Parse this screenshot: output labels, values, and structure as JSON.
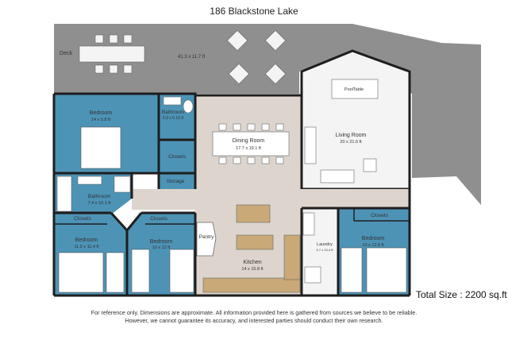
{
  "title": "186 Blackstone Lake",
  "total_size": "Total Size : 2200 sq.ft",
  "disclaimer": [
    "For reference only. Dimensions are approximate. All information provided here is gathered from sources we believe to be reliable.",
    "However, we cannot guarantee its accuracy, and interested parties should conduct their own research."
  ],
  "rooms": {
    "deck": {
      "name": "Deck",
      "dims": "41.3 x 11.7 ft"
    },
    "bedroom_main": {
      "name": "Bedroom",
      "dims": "14 x 5.8 ft"
    },
    "bathroom_small": {
      "name": "Bathroom",
      "dims": "5.9 x 6.10 ft"
    },
    "closets_mid": {
      "name": "Closets"
    },
    "storage": {
      "name": "Storage"
    },
    "dining_room": {
      "name": "Dining Room",
      "dims": "17.7 x 19.1 ft"
    },
    "living_room": {
      "name": "Living Room",
      "dims": "20 x 21.6 ft"
    },
    "pool_table": {
      "name": "PoolTable"
    },
    "bathroom_large": {
      "name": "Bathroom",
      "dims": "7.4 x 10.1 ft"
    },
    "closets_left": {
      "name": "Closets"
    },
    "bedroom_left": {
      "name": "Bedroom",
      "dims": "11.5 x 11.4 ft"
    },
    "closets_center": {
      "name": "Closets"
    },
    "bedroom_center": {
      "name": "Bedroom",
      "dims": "10 x 12 ft"
    },
    "pantry": {
      "name": "Pantry"
    },
    "kitchen": {
      "name": "Kitchen",
      "dims": "14 x 15.8 ft"
    },
    "laundry": {
      "name": "Laundry",
      "dims": "5.7 x 13.4 ft"
    },
    "closets_right": {
      "name": "Closets"
    },
    "bedroom_right": {
      "name": "Bedroom",
      "dims": "10 x 12.8 ft"
    }
  },
  "colors": {
    "deck": "#8f8f8f",
    "blue_room": "#4d93b6",
    "beige_room": "#ddd5cd",
    "white_room": "#f4f4f4",
    "wall": "#1e1e1e"
  }
}
